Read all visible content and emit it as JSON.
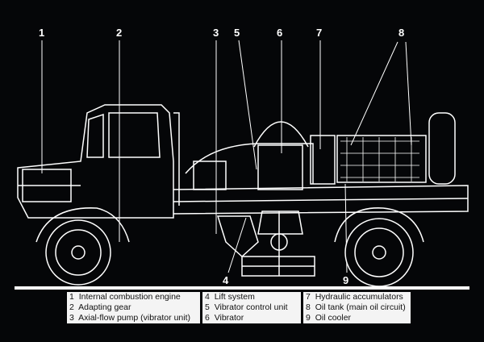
{
  "callouts": [
    "1",
    "2",
    "3",
    "4",
    "5",
    "6",
    "7",
    "8",
    "9"
  ],
  "legend": [
    [
      {
        "n": "1",
        "label": "Internal combustion engine"
      },
      {
        "n": "2",
        "label": "Adapting gear"
      },
      {
        "n": "3",
        "label": "Axial-flow pump (vibrator unit)"
      }
    ],
    [
      {
        "n": "4",
        "label": "Lift system"
      },
      {
        "n": "5",
        "label": "Vibrator control unit"
      },
      {
        "n": "6",
        "label": "Vibrator"
      }
    ],
    [
      {
        "n": "7",
        "label": "Hydraulic accumulators"
      },
      {
        "n": "8",
        "label": "Oil tank (main oil circuit)"
      },
      {
        "n": "9",
        "label": "Oil cooler"
      }
    ]
  ],
  "colors": {
    "background": "#050608",
    "lines": "#ffffff",
    "legend_bg": "#f4f4f4"
  }
}
